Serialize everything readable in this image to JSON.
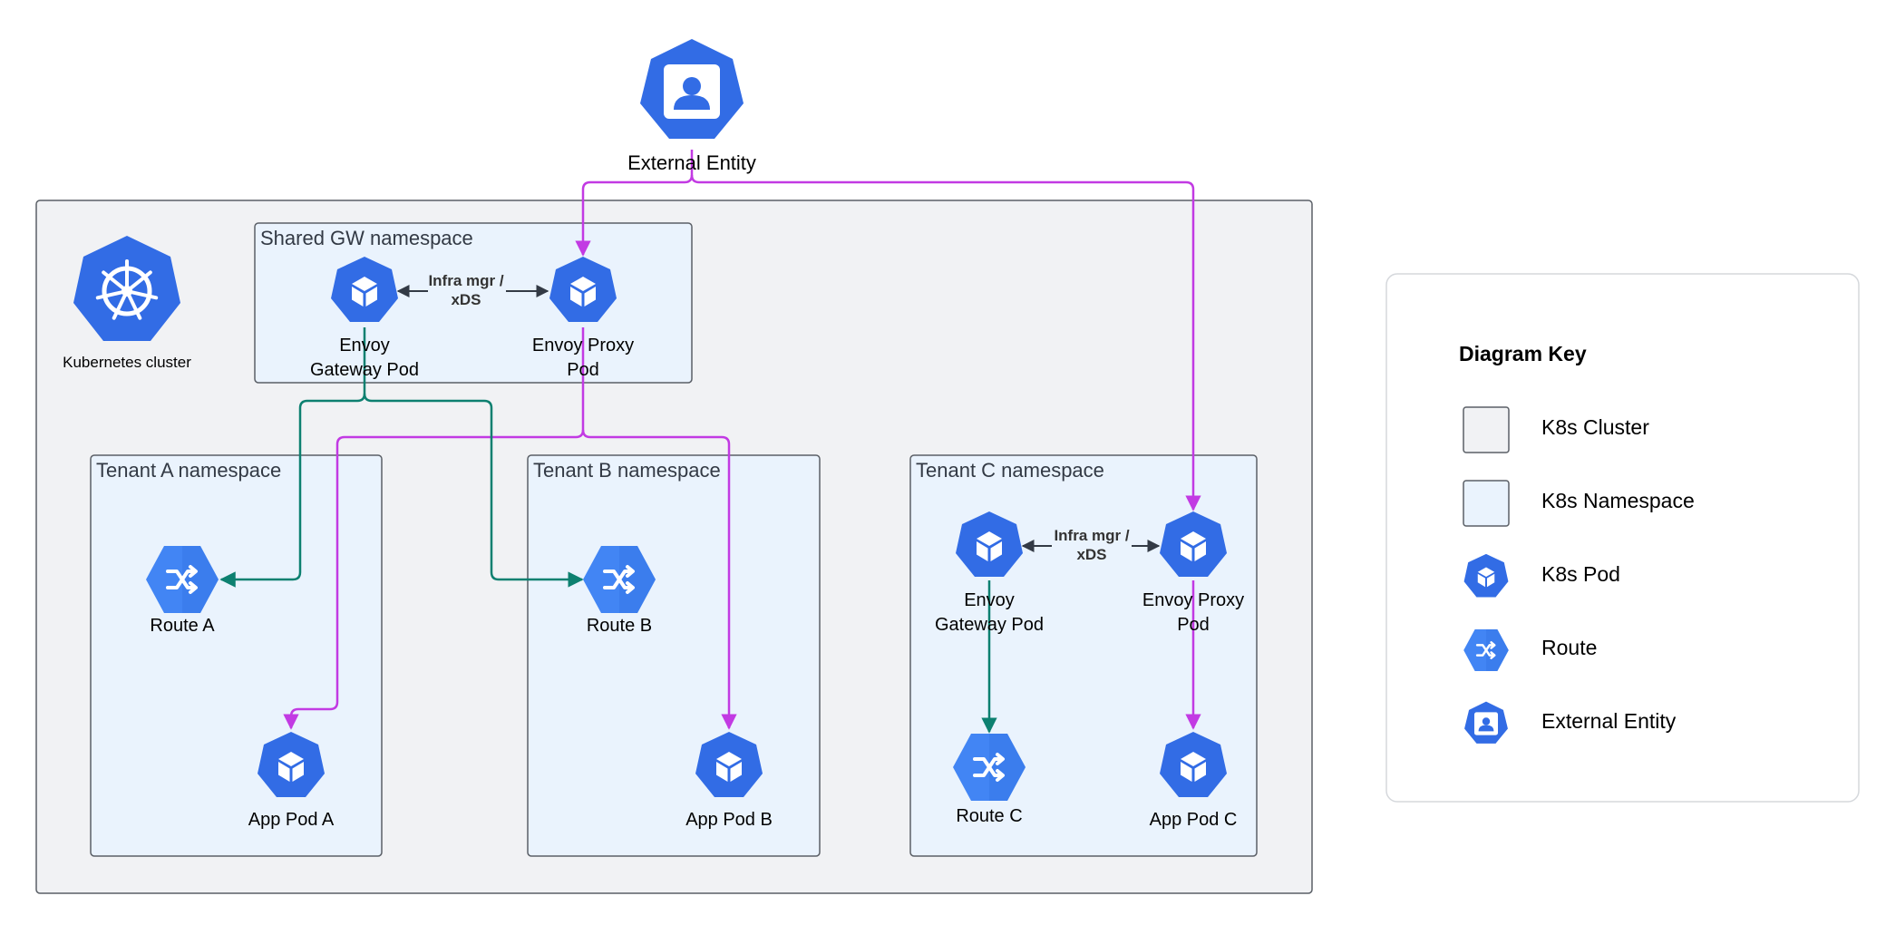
{
  "colors": {
    "cluster_fill": "#f1f2f4",
    "namespace_fill": "#eaf3fd",
    "icon_blue": "#326ce5",
    "route_blue": "#4285f4",
    "control_green": "#0d8070",
    "traffic_purple": "#c23ae3",
    "xds_arrow": "#333a45"
  },
  "external_entity": {
    "label": "External Entity",
    "icon": "person-badge-icon"
  },
  "cluster": {
    "label": "Kubernetes cluster",
    "icon": "kubernetes-helm-icon"
  },
  "namespaces": {
    "shared": "Shared GW namespace",
    "tenant_a": "Tenant A namespace",
    "tenant_b": "Tenant B namespace",
    "tenant_c": "Tenant C namespace"
  },
  "nodes": {
    "shared_gateway_pod": {
      "line1": "Envoy",
      "line2": "Gateway Pod",
      "icon": "cube-icon"
    },
    "shared_proxy_pod": {
      "line1": "Envoy Proxy",
      "line2": "Pod",
      "icon": "cube-icon"
    },
    "route_a": {
      "label": "Route A",
      "icon": "shuffle-icon"
    },
    "app_pod_a": {
      "label": "App Pod A",
      "icon": "cube-icon"
    },
    "route_b": {
      "label": "Route B",
      "icon": "shuffle-icon"
    },
    "app_pod_b": {
      "label": "App Pod B",
      "icon": "cube-icon"
    },
    "c_gateway_pod": {
      "line1": "Envoy",
      "line2": "Gateway Pod",
      "icon": "cube-icon"
    },
    "c_proxy_pod": {
      "line1": "Envoy Proxy",
      "line2": "Pod",
      "icon": "cube-icon"
    },
    "route_c": {
      "label": "Route C",
      "icon": "shuffle-icon"
    },
    "app_pod_c": {
      "label": "App Pod C",
      "icon": "cube-icon"
    }
  },
  "edge_labels": {
    "shared_xds": {
      "line1": "Infra mgr /",
      "line2": "xDS"
    },
    "c_xds": {
      "line1": "Infra mgr /",
      "line2": "xDS"
    }
  },
  "key": {
    "title": "Diagram Key",
    "items": [
      {
        "label": "K8s Cluster",
        "icon": "cluster-swatch"
      },
      {
        "label": "K8s Namespace",
        "icon": "namespace-swatch"
      },
      {
        "label": "K8s Pod",
        "icon": "cube-icon"
      },
      {
        "label": "Route",
        "icon": "shuffle-icon"
      },
      {
        "label": "External Entity",
        "icon": "person-badge-icon"
      }
    ]
  }
}
